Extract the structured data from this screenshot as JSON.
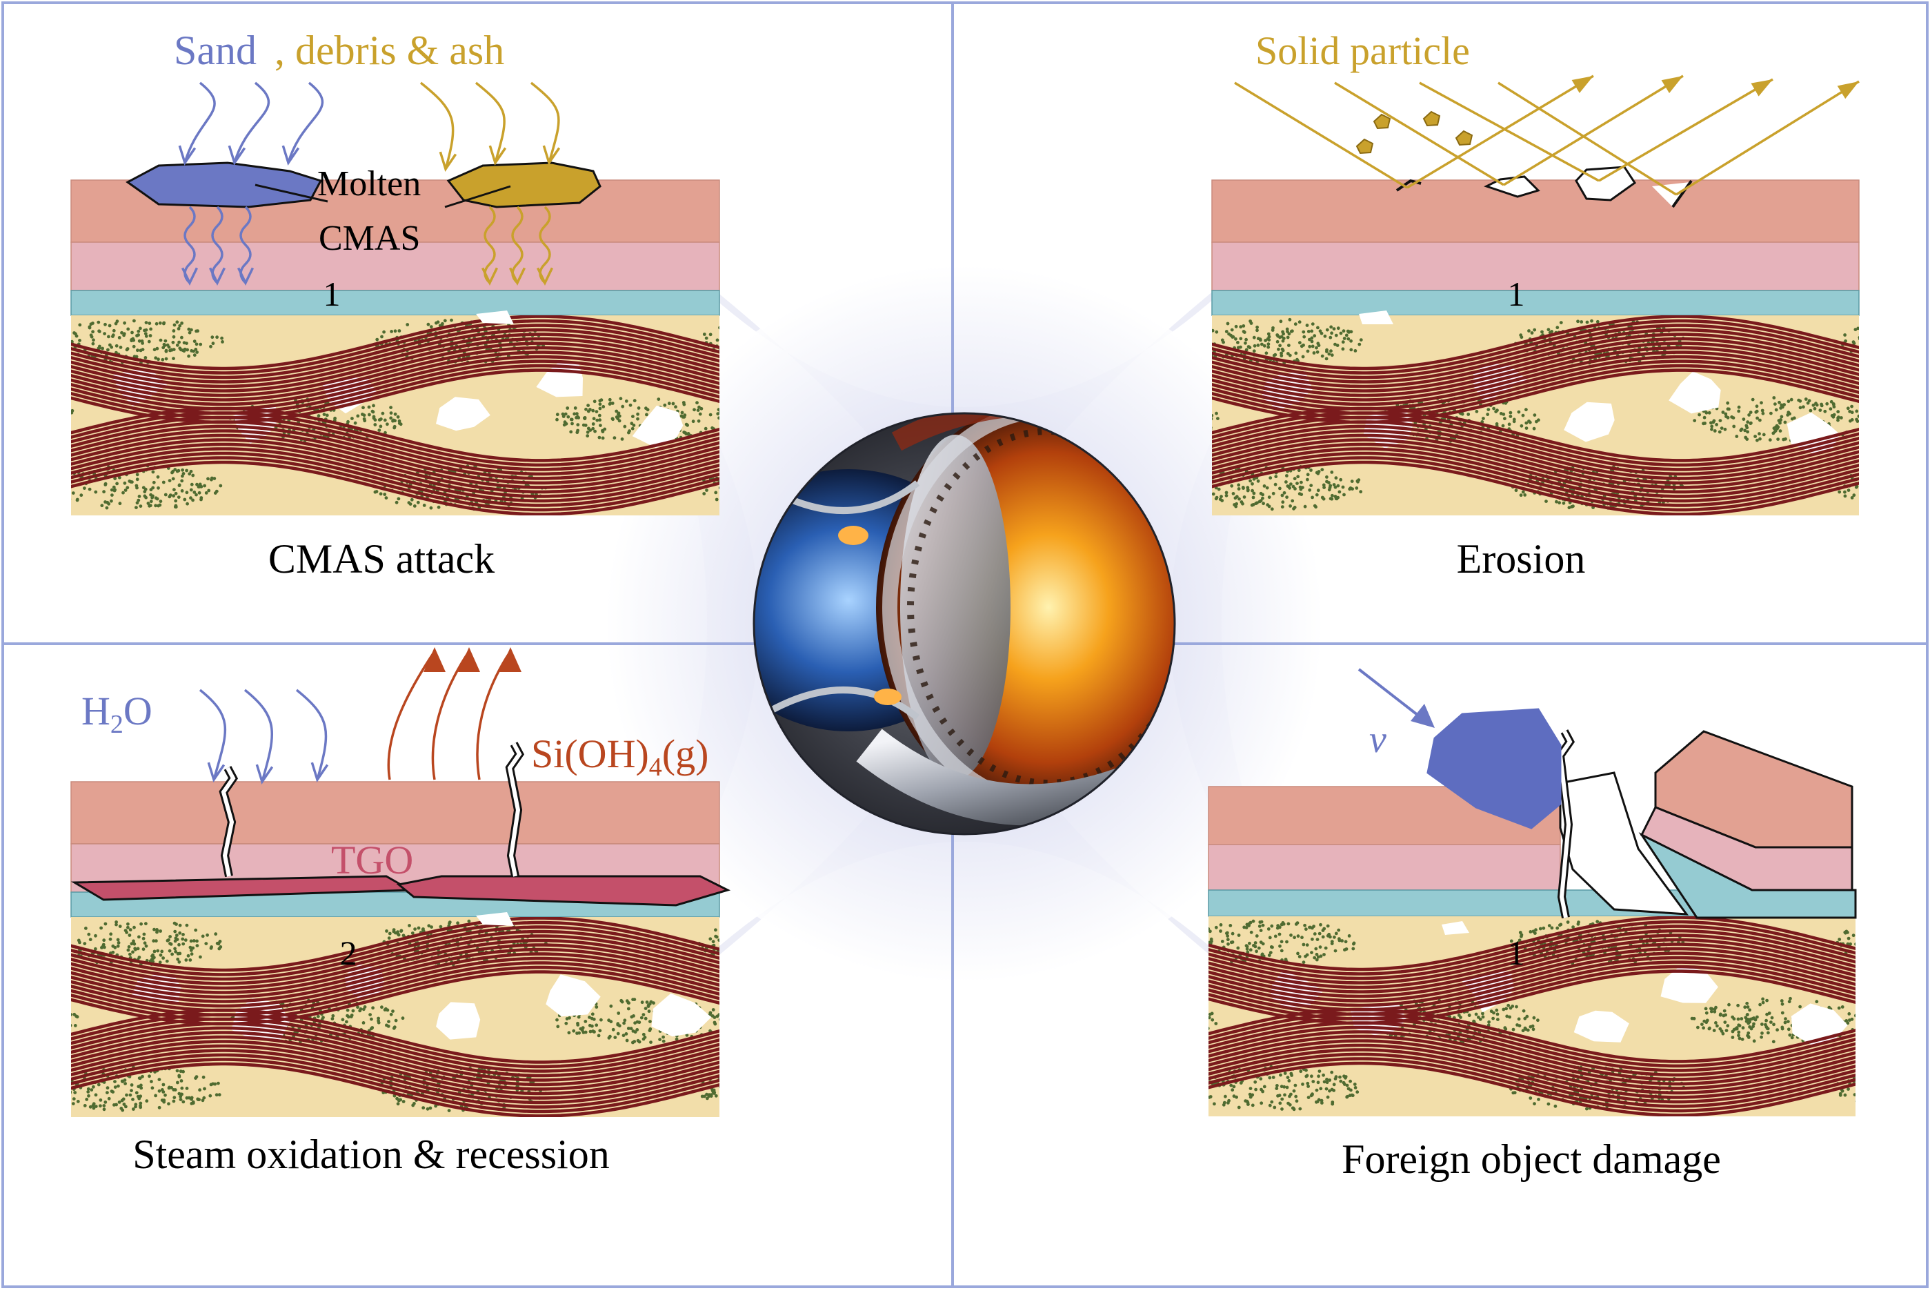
{
  "panels": {
    "cmas": {
      "caption": "CMAS attack",
      "label_sand": "Sand",
      "label_debris": ", debris & ash",
      "label_molten": "Molten",
      "label_cmas": "CMAS",
      "label_number": "1"
    },
    "erosion": {
      "caption": "Erosion",
      "label_particle": "Solid particle",
      "label_number": "1"
    },
    "steam": {
      "caption": "Steam oxidation & recession",
      "label_h2o_main": "H",
      "label_h2o_sub": "2",
      "label_h2o_end": "O",
      "label_sioh_main": "Si(OH)",
      "label_sioh_sub": "4",
      "label_sioh_end": "(g)",
      "label_tgo": "TGO",
      "label_number": "2"
    },
    "fod": {
      "caption": "Foreign object damage",
      "label_velocity": "v",
      "label_number": "1"
    }
  },
  "colors": {
    "blue": "#6b78c4",
    "gold": "#c9a12c",
    "rust": "#b9461f",
    "tgo": "#c4506a",
    "topcoat": "#e2a192",
    "bondcoat": "#e6b3bb",
    "interlayer": "#95cbd2",
    "matrix": "#f2deaa",
    "fiber": "#7a1a1c",
    "dots": "#4f6b31",
    "frame": "#9aa8dc"
  },
  "icons": {
    "center_image": "turbine-engine-photo"
  }
}
